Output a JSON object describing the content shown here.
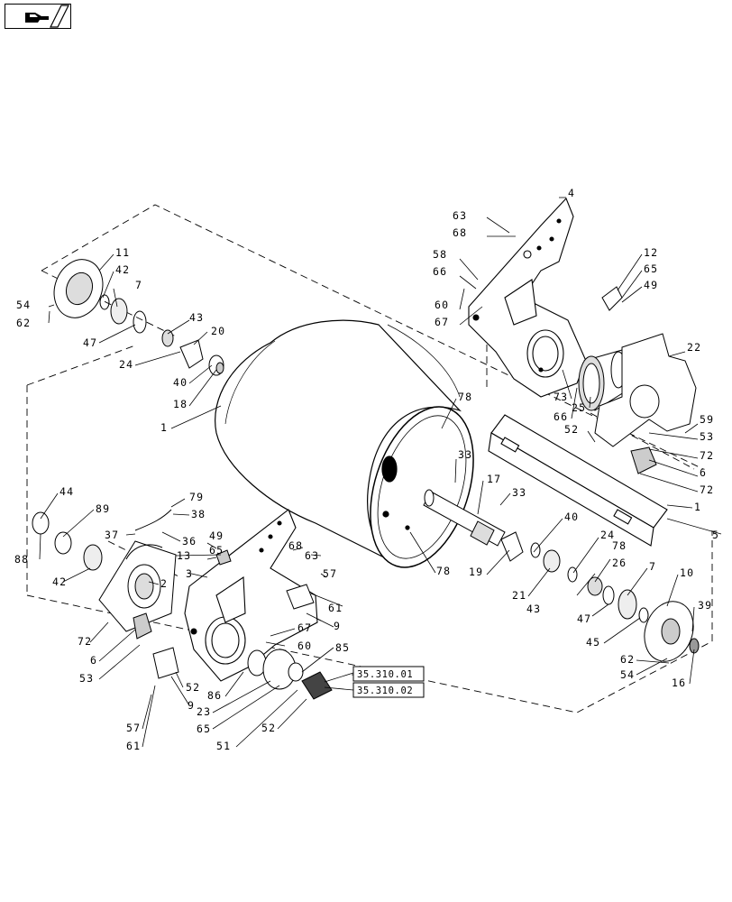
{
  "toolbar": {
    "nav_icon": "hand-pointer-icon"
  },
  "callouts": [
    {
      "id": "c4",
      "text": "4"
    },
    {
      "id": "c63a",
      "text": "63"
    },
    {
      "id": "c68a",
      "text": "68"
    },
    {
      "id": "c58",
      "text": "58"
    },
    {
      "id": "c66a",
      "text": "66"
    },
    {
      "id": "c60a",
      "text": "60"
    },
    {
      "id": "c67a",
      "text": "67"
    },
    {
      "id": "c12",
      "text": "12"
    },
    {
      "id": "c65a",
      "text": "65"
    },
    {
      "id": "c49a",
      "text": "49"
    },
    {
      "id": "c22",
      "text": "22"
    },
    {
      "id": "c73",
      "text": "73"
    },
    {
      "id": "c66b",
      "text": "66"
    },
    {
      "id": "c25",
      "text": "25"
    },
    {
      "id": "c59",
      "text": "59"
    },
    {
      "id": "c53a",
      "text": "53"
    },
    {
      "id": "c52a",
      "text": "52"
    },
    {
      "id": "c72a",
      "text": "72"
    },
    {
      "id": "c6a",
      "text": "6"
    },
    {
      "id": "c72b",
      "text": "72"
    },
    {
      "id": "c1a",
      "text": "1"
    },
    {
      "id": "c5",
      "text": "5"
    },
    {
      "id": "c11",
      "text": "11"
    },
    {
      "id": "c42a",
      "text": "42"
    },
    {
      "id": "c7a",
      "text": "7"
    },
    {
      "id": "c54a",
      "text": "54"
    },
    {
      "id": "c62a",
      "text": "62"
    },
    {
      "id": "c47a",
      "text": "47"
    },
    {
      "id": "c43a",
      "text": "43"
    },
    {
      "id": "c20",
      "text": "20"
    },
    {
      "id": "c24a",
      "text": "24"
    },
    {
      "id": "c40a",
      "text": "40"
    },
    {
      "id": "c18",
      "text": "18"
    },
    {
      "id": "c1b",
      "text": "1"
    },
    {
      "id": "c78a",
      "text": "78"
    },
    {
      "id": "c33a",
      "text": "33"
    },
    {
      "id": "c17",
      "text": "17"
    },
    {
      "id": "c33b",
      "text": "33"
    },
    {
      "id": "c78b",
      "text": "78"
    },
    {
      "id": "c40b",
      "text": "40"
    },
    {
      "id": "c19",
      "text": "19"
    },
    {
      "id": "c24b",
      "text": "24"
    },
    {
      "id": "c78c",
      "text": "78"
    },
    {
      "id": "c26",
      "text": "26"
    },
    {
      "id": "c21",
      "text": "21"
    },
    {
      "id": "c43b",
      "text": "43"
    },
    {
      "id": "c7b",
      "text": "7"
    },
    {
      "id": "c10",
      "text": "10"
    },
    {
      "id": "c39",
      "text": "39"
    },
    {
      "id": "c47b",
      "text": "47"
    },
    {
      "id": "c45",
      "text": "45"
    },
    {
      "id": "c62b",
      "text": "62"
    },
    {
      "id": "c54b",
      "text": "54"
    },
    {
      "id": "c16",
      "text": "16"
    },
    {
      "id": "c44",
      "text": "44"
    },
    {
      "id": "c89",
      "text": "89"
    },
    {
      "id": "c88",
      "text": "88"
    },
    {
      "id": "c42b",
      "text": "42"
    },
    {
      "id": "c79",
      "text": "79"
    },
    {
      "id": "c38",
      "text": "38"
    },
    {
      "id": "c37",
      "text": "37"
    },
    {
      "id": "c36",
      "text": "36"
    },
    {
      "id": "c49b",
      "text": "49"
    },
    {
      "id": "c65b",
      "text": "65"
    },
    {
      "id": "c13",
      "text": "13"
    },
    {
      "id": "c3",
      "text": "3"
    },
    {
      "id": "c2",
      "text": "2"
    },
    {
      "id": "c68b",
      "text": "68"
    },
    {
      "id": "c63b",
      "text": "63"
    },
    {
      "id": "c57a",
      "text": "57"
    },
    {
      "id": "c61a",
      "text": "61"
    },
    {
      "id": "c9a",
      "text": "9"
    },
    {
      "id": "c72c",
      "text": "72"
    },
    {
      "id": "c6b",
      "text": "6"
    },
    {
      "id": "c53b",
      "text": "53"
    },
    {
      "id": "c67b",
      "text": "67"
    },
    {
      "id": "c60b",
      "text": "60"
    },
    {
      "id": "c85",
      "text": "85"
    },
    {
      "id": "c86",
      "text": "86"
    },
    {
      "id": "c23",
      "text": "23"
    },
    {
      "id": "c65c",
      "text": "65"
    },
    {
      "id": "c51",
      "text": "51"
    },
    {
      "id": "c52b",
      "text": "52"
    },
    {
      "id": "c52c",
      "text": "52"
    },
    {
      "id": "c9b",
      "text": "9"
    },
    {
      "id": "c57b",
      "text": "57"
    },
    {
      "id": "c61b",
      "text": "61"
    }
  ],
  "references": [
    {
      "id": "ref1",
      "text": "35.310.01"
    },
    {
      "id": "ref2",
      "text": "35.310.02"
    }
  ]
}
